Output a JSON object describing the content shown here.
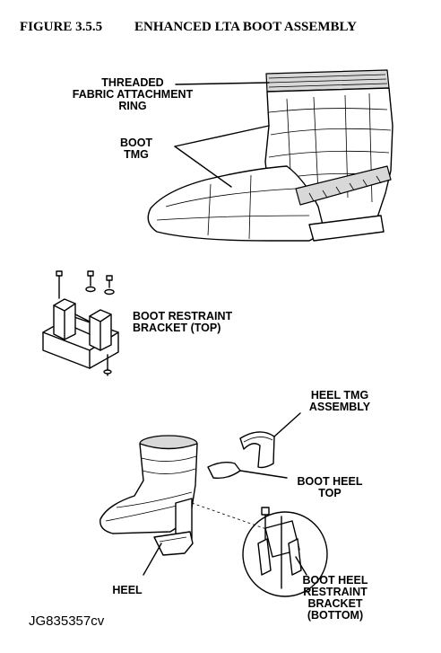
{
  "figure": {
    "number": "FIGURE 3.5.5",
    "title": "ENHANCED LTA BOOT ASSEMBLY",
    "code": "JG835357cv"
  },
  "labels": {
    "threaded_ring": "THREADED\nFABRIC ATTACHMENT\nRING",
    "boot_tmg": "BOOT\nTMG",
    "restraint_top": "BOOT RESTRAINT\nBRACKET (TOP)",
    "heel_tmg_assembly": "HEEL TMG\nASSEMBLY",
    "boot_heel_top": "BOOT HEEL\nTOP",
    "heel": "HEEL",
    "restraint_bottom": "BOOT HEEL\nRESTRAINT\nBRACKET\n(BOTTOM)"
  }
}
